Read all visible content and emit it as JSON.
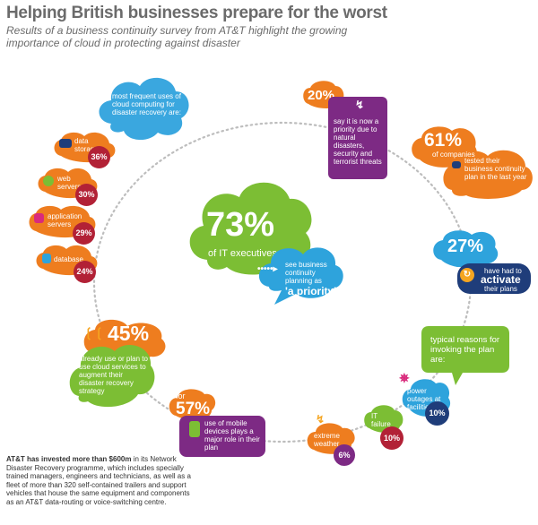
{
  "header": {
    "title": "Helping British businesses prepare for the worst",
    "subtitle": "Results of a business continuity survey from AT&T highlight the growing importance of cloud in protecting against disaster"
  },
  "center": {
    "percent": "73%",
    "label": "of IT executives",
    "see_text": "see business continuity planning as",
    "priority": "'a priority'"
  },
  "cloud_uses": {
    "intro": "most frequent uses of cloud computing for disaster recovery are:",
    "items": [
      {
        "label": "data storage",
        "value": "36%",
        "icon": "database-storage-icon"
      },
      {
        "label": "web servers",
        "value": "30%",
        "icon": "globe-icon"
      },
      {
        "label": "application servers",
        "value": "29%",
        "icon": "app-window-icon"
      },
      {
        "label": "database",
        "value": "24%",
        "icon": "database-icon"
      }
    ]
  },
  "priority_stat": {
    "percent": "20%",
    "text": "say it is now a priority due to natural disasters, security and terrorist threats"
  },
  "tested_stat": {
    "percent": "61%",
    "sub": "of companies",
    "text": "tested their business continuity plan in the last year"
  },
  "activate_stat": {
    "percent": "27%",
    "text_a": "have had to",
    "text_b": "activate",
    "text_c": "their plans"
  },
  "reasons": {
    "title": "typical reasons for invoking the plan are:",
    "items": [
      {
        "label": "power outages at facilities",
        "value": "10%"
      },
      {
        "label": "IT failure",
        "value": "10%"
      },
      {
        "label": "extreme weather",
        "value": "6%"
      }
    ]
  },
  "mobile_stat": {
    "prefix": "for",
    "percent": "57%",
    "text": "use of mobile devices plays a major role in their plan"
  },
  "cloud_stat": {
    "percent": "45%",
    "text": "already use or plan to use cloud services to augment their disaster recovery strategy"
  },
  "footer": {
    "bold": "AT&T has invested more than $600m",
    "text": " in its Network Disaster Recovery programme, which includes specially trained managers, engineers and technicians, as well as a fleet of more than 320 self-contained trailers and support vehicles that house the same equipment and components as an AT&T data-routing or voice-switching centre."
  },
  "colors": {
    "green": "#7cbe34",
    "blue": "#2ea3dc",
    "orange": "#ee7d1f",
    "purple": "#7d2a84",
    "red": "#b22136",
    "navy": "#1f3d7a",
    "yellow": "#f5a521",
    "magenta": "#d92a7c"
  }
}
